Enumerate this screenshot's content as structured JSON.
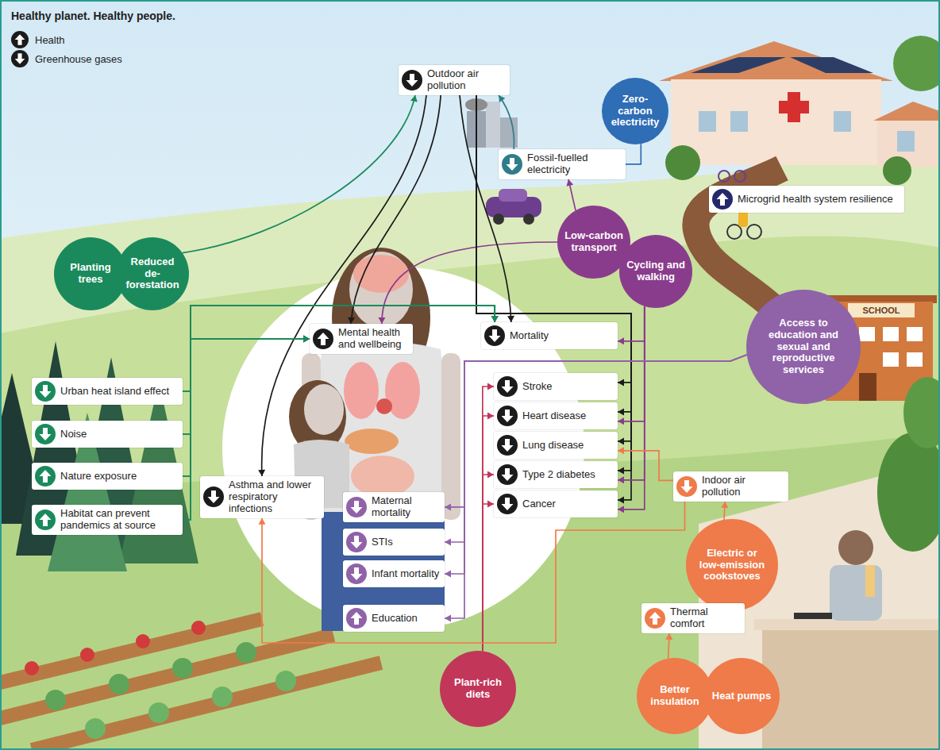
{
  "diagram": {
    "title": "Healthy planet. Healthy people.",
    "nodes": [
      {
        "text": [
          "Outdoor air pollution"
        ]
      },
      {
        "text": [
          "Zero-carbon electricity"
        ]
      },
      {
        "text": [
          "Fossil-fuelled electricity"
        ]
      },
      {
        "text": [
          "Microgrid health system resilience"
        ]
      },
      {
        "text": [
          "Low-carbon transport"
        ]
      },
      {
        "text": [
          "Cycling and walking"
        ]
      },
      {
        "text": [
          "Planting trees"
        ]
      },
      {
        "text": [
          "Reduced de-forestation"
        ]
      },
      {
        "text": [
          "Mortality"
        ]
      },
      {
        "text": [
          "Mental health and wellbeing"
        ]
      },
      {
        "text": [
          "Access to education and sexual and reproductive services"
        ]
      },
      {
        "text": [
          "Urban heat island effect"
        ]
      },
      {
        "text": [
          "Stroke"
        ]
      },
      {
        "text": [
          "Heart disease"
        ]
      },
      {
        "text": [
          "Lung disease"
        ]
      },
      {
        "text": [
          "Type 2 diabetes"
        ]
      },
      {
        "text": [
          "Cancer"
        ]
      },
      {
        "text": [
          "Noise"
        ]
      },
      {
        "text": [
          "Nature exposure"
        ]
      },
      {
        "text": [
          "Asthma and lower respiratory infections"
        ]
      },
      {
        "text": [
          "Indoor air pollution"
        ]
      },
      {
        "text": [
          "Maternal mortality"
        ]
      },
      {
        "text": [
          "Habitat can prevent pandemics at source"
        ]
      },
      {
        "text": [
          "STIs"
        ]
      },
      {
        "text": [
          "Electric or low-emission cookstoves"
        ]
      },
      {
        "text": [
          "Infant mortality"
        ]
      },
      {
        "text": [
          "Thermal comfort"
        ]
      },
      {
        "text": [
          "Education"
        ]
      },
      {
        "text": [
          "Plant-rich diets"
        ]
      },
      {
        "text": [
          "Better insulation"
        ]
      },
      {
        "text": [
          "Heat pumps"
        ]
      }
    ],
    "edges": [
      {
        "from": 7,
        "to": 0,
        "arrow": "to"
      },
      {
        "from": 2,
        "to": 0,
        "arrow": "to"
      },
      {
        "from": 1,
        "to": 2,
        "arrow": "none"
      },
      {
        "from": 4,
        "to": 2,
        "arrow": "to"
      },
      {
        "from": 4,
        "to": 9,
        "arrow": "to"
      },
      {
        "from": 0,
        "to": 9,
        "arrow": "to"
      },
      {
        "from": 0,
        "to": 19,
        "arrow": "to"
      },
      {
        "from": 0,
        "to": 8,
        "arrow": "to"
      },
      {
        "from": 0,
        "to": 12,
        "arrow": "to"
      },
      {
        "from": 0,
        "to": 13,
        "arrow": "to"
      },
      {
        "from": 0,
        "to": 14,
        "arrow": "to"
      },
      {
        "from": 0,
        "to": 15,
        "arrow": "to"
      },
      {
        "from": 0,
        "to": 16,
        "arrow": "to"
      },
      {
        "from": 5,
        "to": 8,
        "arrow": "to"
      },
      {
        "from": 5,
        "to": 13,
        "arrow": "to"
      },
      {
        "from": 5,
        "to": 15,
        "arrow": "to"
      },
      {
        "from": 5,
        "to": 16,
        "arrow": "to"
      },
      {
        "from": 11,
        "to": 9,
        "arrow": "to"
      },
      {
        "from": 17,
        "to": 9,
        "arrow": "to"
      },
      {
        "from": 18,
        "to": 9,
        "arrow": "to"
      },
      {
        "from": 22,
        "to": 9,
        "arrow": "to"
      },
      {
        "from": 11,
        "to": 8,
        "arrow": "to"
      },
      {
        "from": 17,
        "to": 8,
        "arrow": "to"
      },
      {
        "from": 18,
        "to": 8,
        "arrow": "to"
      },
      {
        "from": 22,
        "to": 8,
        "arrow": "to"
      },
      {
        "from": 10,
        "to": 21,
        "arrow": "to"
      },
      {
        "from": 10,
        "to": 23,
        "arrow": "to"
      },
      {
        "from": 10,
        "to": 25,
        "arrow": "to"
      },
      {
        "from": 10,
        "to": 27,
        "arrow": "to"
      },
      {
        "from": 28,
        "to": 12,
        "arrow": "to"
      },
      {
        "from": 28,
        "to": 13,
        "arrow": "to"
      },
      {
        "from": 28,
        "to": 15,
        "arrow": "to"
      },
      {
        "from": 28,
        "to": 16,
        "arrow": "to"
      },
      {
        "from": 24,
        "to": 20,
        "arrow": "to"
      },
      {
        "from": 20,
        "to": 19,
        "arrow": "to"
      },
      {
        "from": 20,
        "to": 14,
        "arrow": "to"
      },
      {
        "from": 29,
        "to": 26,
        "arrow": "to"
      }
    ],
    "labels": [
      "SCHOOL"
    ],
    "legend": [
      {
        "text": "Health"
      },
      {
        "text": "Greenhouse gases"
      }
    ]
  }
}
